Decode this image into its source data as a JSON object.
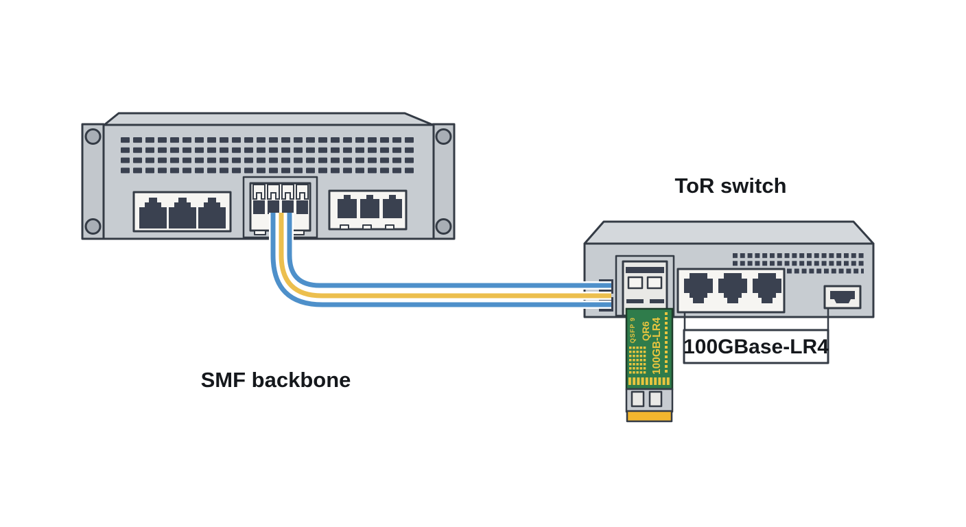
{
  "diagram": {
    "title_right": "ToR switch",
    "label_left": "SMF backbone",
    "callout_label": "100GBase-LR4",
    "transceiver": {
      "marking_small": "QSFP 9",
      "marking_mid": "QR6",
      "marking_large": "100GB-LR4"
    },
    "colors": {
      "chassis_body": "#c7ccd1",
      "chassis_top_face": "#d4d8dc",
      "outline": "#343b45",
      "port_dark": "#3a4150",
      "panel_white": "#f6f5f2",
      "fiber_blue": "#4e90ca",
      "fiber_yellow": "#ecbf4e",
      "pcb_green": "#2f7c4b",
      "pcb_gold": "#e9c53f",
      "edge_connector_gold": "#f2b62e"
    }
  }
}
